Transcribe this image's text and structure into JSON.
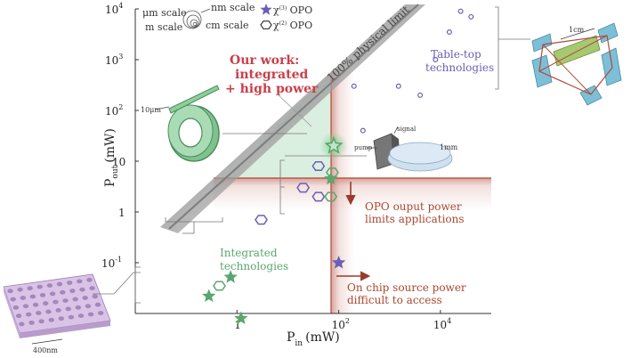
{
  "colors": {
    "green": "#5aa66f",
    "green_light": "#cfead6",
    "purple": "#6a5fb5",
    "red_zone": "#b85a4a",
    "arrow": "#9a3b2b",
    "title_red": "#c9404a",
    "gray_band": "#9e9e9e",
    "red_text": "#a9472f",
    "purple_text": "#6a5fb5"
  },
  "chart_data": {
    "type": "scatter",
    "x_scale": "log",
    "y_scale": "log",
    "xlim": [
      0.01,
      100000
    ],
    "ylim": [
      0.01,
      10000
    ],
    "xlabel": "P",
    "xlabel_sub": "in",
    "xlabel_unit": "(mW)",
    "ylabel": "P",
    "ylabel_sub": "out",
    "ylabel_unit": "(mW)",
    "x_ticks": [
      {
        "value": 1,
        "base": "1",
        "exp": ""
      },
      {
        "value": 100,
        "base": "10",
        "exp": "2"
      },
      {
        "value": 10000,
        "base": "10",
        "exp": "4"
      }
    ],
    "y_ticks": [
      {
        "value": 10000,
        "base": "10",
        "exp": "4"
      },
      {
        "value": 1000,
        "base": "10",
        "exp": "3"
      },
      {
        "value": 100,
        "base": "10",
        "exp": "2"
      },
      {
        "value": 10,
        "base": "10",
        "exp": ""
      },
      {
        "value": 1,
        "base": "1",
        "exp": ""
      },
      {
        "value": 0.1,
        "base": "10",
        "exp": "-1"
      }
    ],
    "legend": {
      "chi3": "χ",
      "chi3_sup": "(3)",
      "chi3_suffix": " OPO",
      "chi2": "χ",
      "chi2_sup": "(2)",
      "chi2_suffix": " OPO",
      "scale_um": "μm scale",
      "scale_nm": "nm scale",
      "scale_m": "m scale",
      "scale_cm": "cm scale"
    },
    "series": [
      {
        "name": "χ(3) OPO integrated",
        "marker": "star",
        "color": "green",
        "points": [
          [
            0.28,
            0.022
          ],
          [
            0.75,
            0.052
          ],
          [
            1.2,
            0.008
          ],
          [
            70,
            4.5
          ]
        ]
      },
      {
        "name": "χ(2) OPO integrated",
        "marker": "hexagon",
        "color": "green",
        "points": [
          [
            0.45,
            0.035
          ],
          [
            70,
            2.0
          ],
          [
            75,
            6.0
          ]
        ]
      },
      {
        "name": "χ(3) OPO table-top",
        "marker": "star",
        "color": "purple",
        "points": [
          [
            100,
            0.1
          ]
        ]
      },
      {
        "name": "χ(2) OPO table-top",
        "marker": "hexagon",
        "color": "purple",
        "points": [
          [
            3,
            0.7
          ],
          [
            20,
            3.0
          ],
          [
            40,
            2.0
          ],
          [
            40,
            8.0
          ]
        ]
      },
      {
        "name": "table-top",
        "marker": "circle",
        "color": "purple",
        "points": [
          [
            200,
            300
          ],
          [
            300,
            40
          ],
          [
            1500,
            300
          ],
          [
            4000,
            200
          ],
          [
            8000,
            1000
          ],
          [
            15000,
            3500
          ],
          [
            25000,
            9000
          ],
          [
            40000,
            7000
          ]
        ]
      },
      {
        "name": "Our work",
        "marker": "star",
        "color": "green",
        "highlight": true,
        "points": [
          [
            80,
            20
          ]
        ]
      }
    ],
    "annotations": {
      "physical_limit": "100% physical limit",
      "our_work_line1": "Our work:",
      "our_work_line2": "integrated",
      "our_work_line3": "+ high power",
      "tabletop_line1": "Table-top",
      "tabletop_line2": "technologies",
      "integrated_line1": "Integrated",
      "integrated_line2": "technologies",
      "opo_limit_line1": "OPO ouput power",
      "opo_limit_line2": "limits applications",
      "chip_source_line1": "On chip source power",
      "chip_source_line2": "difficult to access",
      "scale_10um": "10μm",
      "scale_1cm": "1cm",
      "scale_1mm": "1mm",
      "scale_400nm": "400nm",
      "pump": "pump",
      "signal": "signal"
    }
  }
}
